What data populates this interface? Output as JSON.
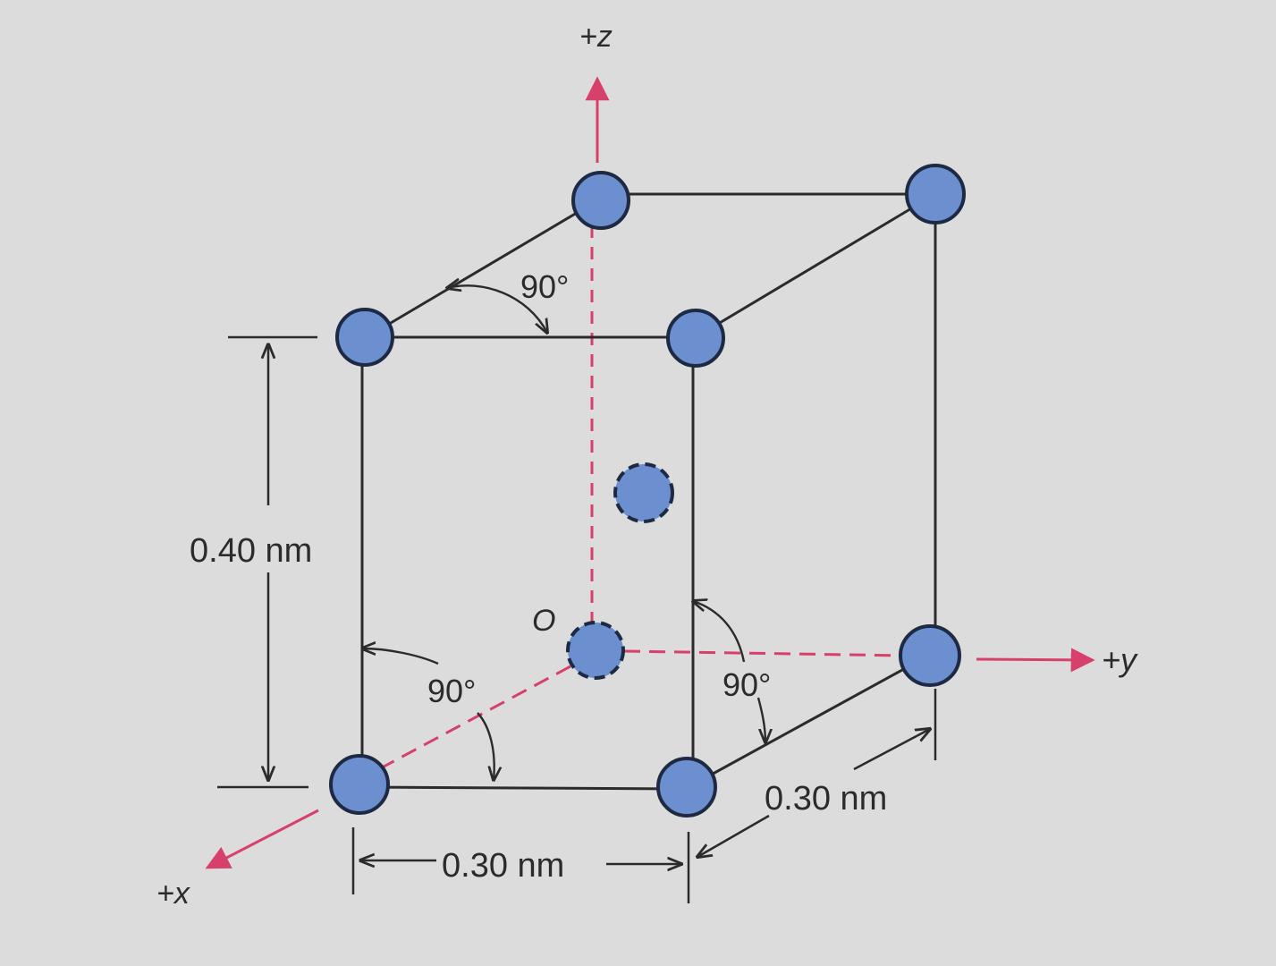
{
  "labels": {
    "z_axis": "+z",
    "y_axis": "+y",
    "x_axis": "+x",
    "origin": "O",
    "angle_top": "90°",
    "angle_left": "90°",
    "angle_right": "90°",
    "height_dim": "0.40 nm",
    "width_dim": "0.30 nm",
    "depth_dim": "0.30 nm"
  },
  "colors": {
    "background": "#dcdcdc",
    "edge": "#2b2b2b",
    "axis": "#d6406a",
    "atom_fill": "#6b8fcf",
    "atom_stroke": "#1e2a44"
  },
  "icons": {
    "atom": "circle",
    "hidden_atom": "dashed-circle",
    "axis_arrow": "arrow"
  }
}
